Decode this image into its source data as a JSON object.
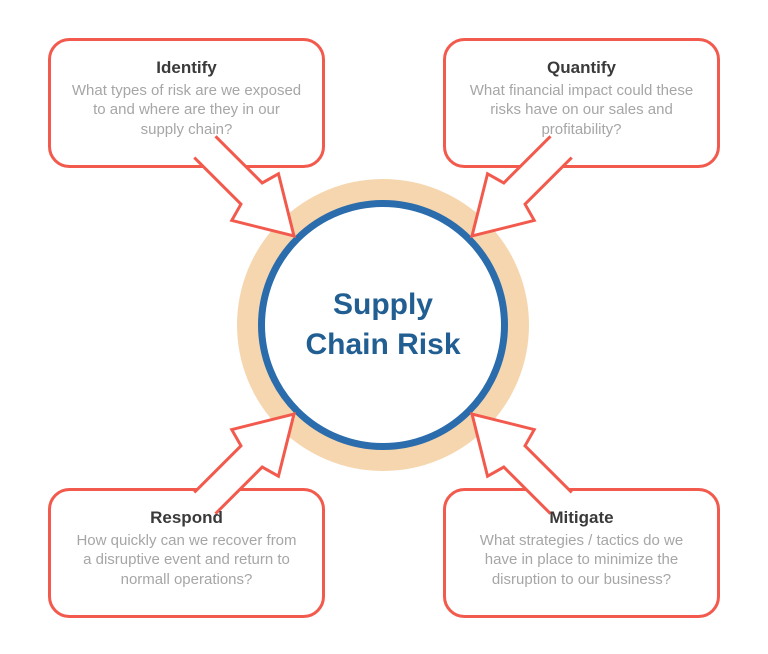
{
  "center": {
    "title": "Supply\nChain Risk"
  },
  "boxes": [
    {
      "heading": "Identify",
      "body": "What types of risk are we exposed\nto and where are they in our\nsupply chain?"
    },
    {
      "heading": "Quantify",
      "body": "What financial impact could these\nrisks have on our sales and\nprofitability?"
    },
    {
      "heading": "Respond",
      "body": "How quickly can we recover from\na disruptive event and return to\nnormall operations?"
    },
    {
      "heading": "Mitigate",
      "body": "What strategies / tactics do we\nhave in place to minimize the\ndisruption to our business?"
    }
  ],
  "colors": {
    "accent_red": "#f25a4d",
    "ring_peach": "#f6d6ae",
    "circle_blue": "#2b6cac",
    "title_blue": "#215e92",
    "heading_dark": "#3a3a3a",
    "body_gray": "#a6a6a6",
    "bg_white": "#ffffff"
  }
}
